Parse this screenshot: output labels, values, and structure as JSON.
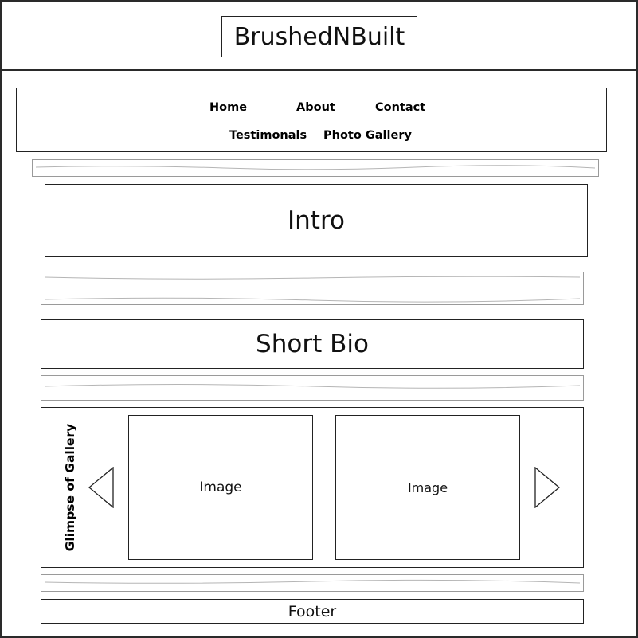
{
  "header": {
    "logo_text": "BrushedNBuilt"
  },
  "nav": {
    "items": [
      {
        "label": "Home"
      },
      {
        "label": "About"
      },
      {
        "label": "Contact"
      },
      {
        "label": "Testimonals"
      },
      {
        "label": "Photo Gallery"
      }
    ]
  },
  "sections": {
    "intro": "Intro",
    "bio": "Short Bio",
    "gallery": {
      "title": "Glimpse of Gallery",
      "images": [
        "Image",
        "Image"
      ],
      "prev_icon": "triangle-left-icon",
      "next_icon": "triangle-right-icon"
    },
    "footer": "Footer"
  }
}
